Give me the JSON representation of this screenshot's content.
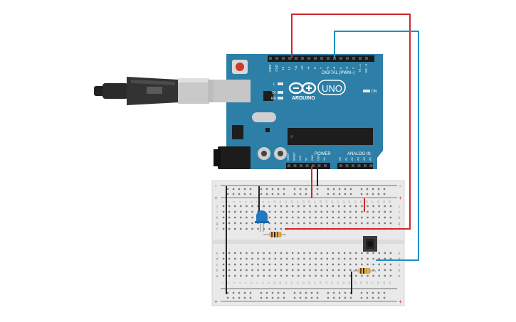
{
  "board": {
    "digital_label": "DIGITAL (PWM~)",
    "brand_label": "ARDUINO",
    "model_label": "UNO",
    "power_label": "POWER",
    "analog_label": "ANALOG IN",
    "on_label": "ON",
    "l_label": "L",
    "tx_label": "TX",
    "rx_label": "RX",
    "digital_pins": [
      "AREF",
      "GND",
      "13",
      "12",
      "~11",
      "~10",
      "~9",
      "8",
      "7",
      "~6",
      "~5",
      "4",
      "~3",
      "2",
      "TX→1",
      "RX←0"
    ],
    "power_pins": [
      "IOREF",
      "RESET",
      "3.3V",
      "5V",
      "GND",
      "GND",
      "Vin"
    ],
    "analog_pins": [
      "A0",
      "A1",
      "A2",
      "A3",
      "A4",
      "A5"
    ]
  },
  "breadboard": {
    "row_letters_top": [
      "j",
      "i",
      "h",
      "g",
      "f"
    ],
    "row_letters_bottom": [
      "e",
      "d",
      "c",
      "b",
      "a"
    ],
    "plus_sign": "+",
    "minus_sign": "-",
    "columns": 30
  },
  "colors": {
    "board": "#2d7fa8",
    "wire_red": "#d1262b",
    "wire_blue": "#1e8fc4",
    "wire_black": "#222222",
    "led": "#1f78c0",
    "breadboard": "#e9e9e9"
  },
  "icons": {
    "usb_cable": "usb-cable-icon",
    "reset_button": "reset-button-icon",
    "led": "led-icon",
    "resistor": "resistor-icon",
    "pushbutton": "pushbutton-icon"
  }
}
